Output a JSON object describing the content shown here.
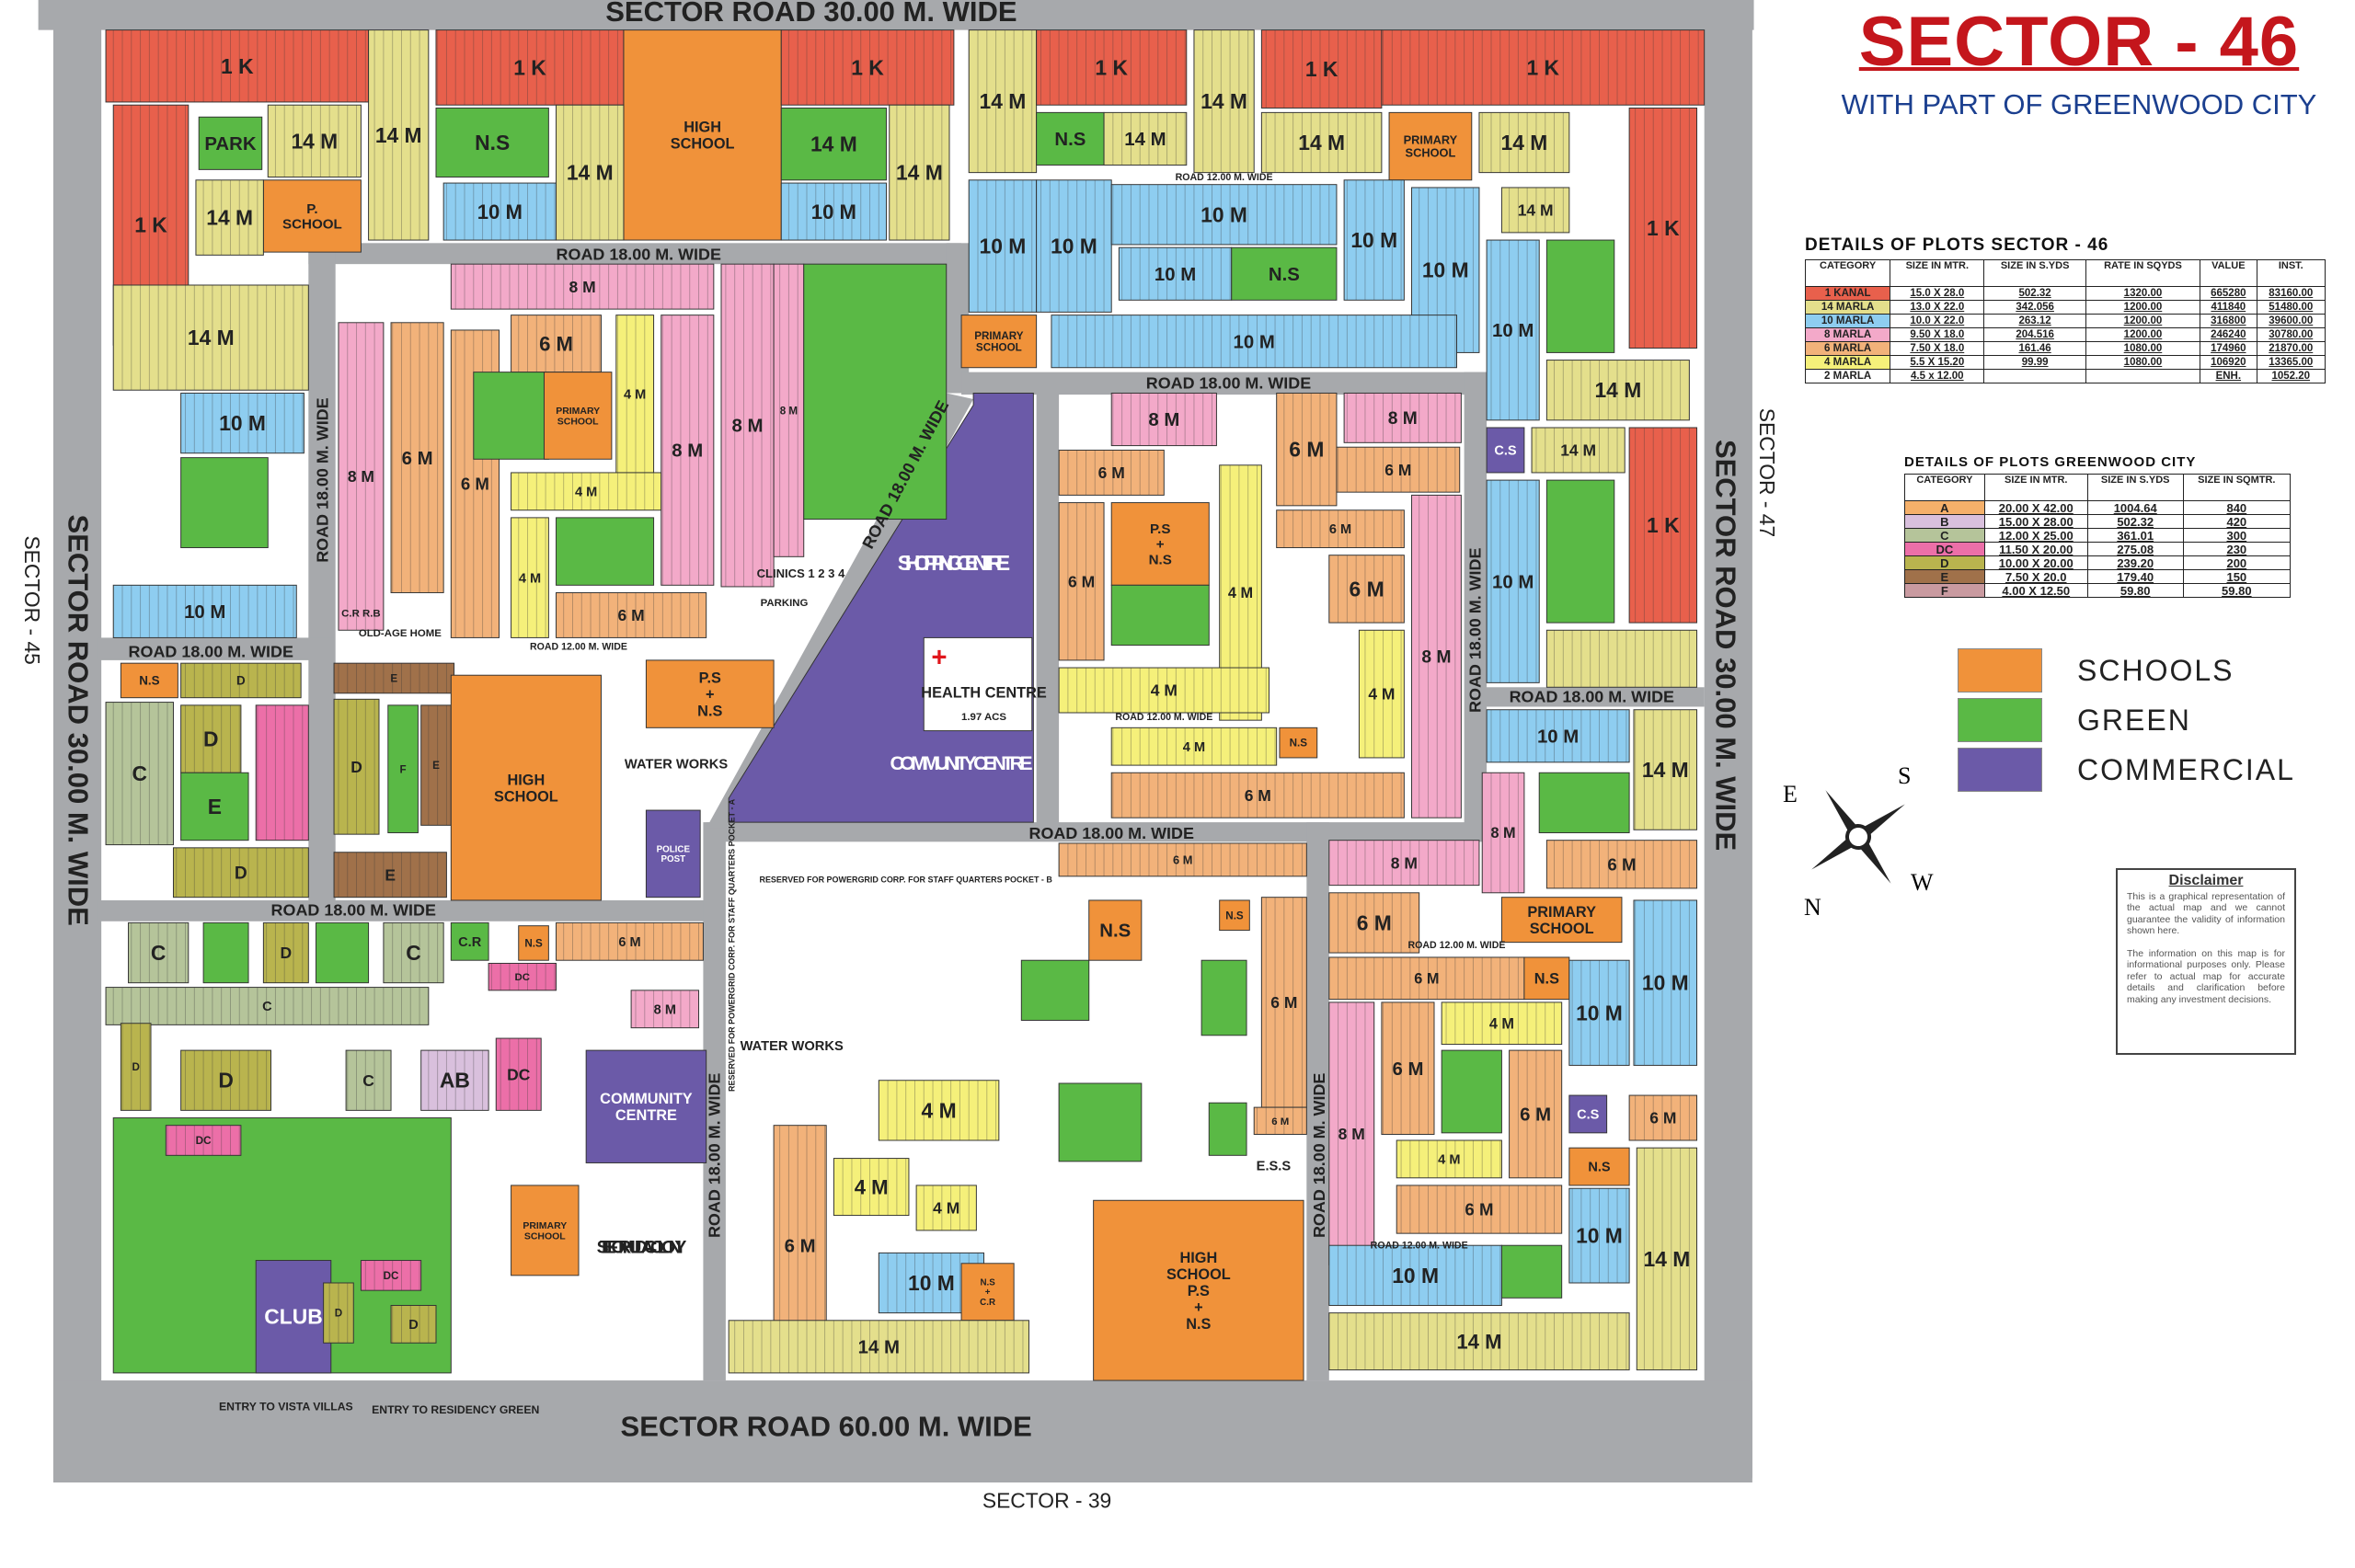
{
  "header": {
    "title": "SECTOR - 46",
    "subtitle": "WITH PART OF GREENWOOD CITY"
  },
  "colors": {
    "title": "#c4161c",
    "subtitle": "#1b3f8f",
    "road": "#a7a9ac",
    "1_kanal": "#e8604c",
    "14_marla": "#e4df8c",
    "10_marla": "#8ecdf0",
    "8_marla": "#f3a9c9",
    "6_marla": "#f2b27a",
    "4_marla": "#f5f07a",
    "2_marla": "#ffffff",
    "schools": "#f0923a",
    "green": "#5ab945",
    "commercial": "#6b5aa8",
    "A": "#f5b06a",
    "B": "#d9c0dd",
    "C": "#b5c49a",
    "DC": "#ec6fa8",
    "D": "#b9b44e",
    "E": "#a0714a",
    "F": "#c99aa0"
  },
  "sector_table": {
    "title": "DETAILS OF PLOTS SECTOR - 46",
    "headers": [
      "CATEGORY",
      "SIZE IN MTR.",
      "SIZE IN S.YDS",
      "RATE IN SQYDS",
      "VALUE",
      "INST."
    ],
    "rows": [
      [
        "1 KANAL",
        "15.0 X 28.0",
        "502.32",
        "1320.00",
        "665280",
        "83160.00"
      ],
      [
        "14 MARLA",
        "13.0 X 22.0",
        "342.056",
        "1200.00",
        "411840",
        "51480.00"
      ],
      [
        "10 MARLA",
        "10.0 X 22.0",
        "263.12",
        "1200.00",
        "316800",
        "39600.00"
      ],
      [
        "8 MARLA",
        "9.50 X 18.0",
        "204.516",
        "1200.00",
        "246240",
        "30780.00"
      ],
      [
        "6 MARLA",
        "7.50 X 18.0",
        "161.46",
        "1080.00",
        "174960",
        "21870.00"
      ],
      [
        "4 MARLA",
        "5.5 X 15.20",
        "99.99",
        "1080.00",
        "106920",
        "13365.00"
      ],
      [
        "2 MARLA",
        "4.5 x 12.00",
        "",
        "",
        "ENH.",
        "1052.20"
      ]
    ]
  },
  "greenwood_table": {
    "title": "DETAILS OF PLOTS GREENWOOD CITY",
    "headers": [
      "CATEGORY",
      "SIZE IN MTR.",
      "SIZE IN S.YDS",
      "SIZE IN SQMTR."
    ],
    "rows": [
      [
        "A",
        "20.00 X 42.00",
        "1004.64",
        "840"
      ],
      [
        "B",
        "15.00 X 28.00",
        "502.32",
        "420"
      ],
      [
        "C",
        "12.00 X 25.00",
        "361.01",
        "300"
      ],
      [
        "DC",
        "11.50 X 20.00",
        "275.08",
        "230"
      ],
      [
        "D",
        "10.00 X 20.00",
        "239.20",
        "200"
      ],
      [
        "E",
        "7.50 X 20.0",
        "179.40",
        "150"
      ],
      [
        "F",
        "4.00 X 12.50",
        "59.80",
        "59.80"
      ]
    ]
  },
  "legend": [
    {
      "label": "SCHOOLS",
      "color": "#f0923a"
    },
    {
      "label": "GREEN",
      "color": "#5ab945"
    },
    {
      "label": "COMMERCIAL",
      "color": "#6b5aa8"
    }
  ],
  "compass": {
    "n": "N",
    "s": "S",
    "e": "E",
    "w": "W"
  },
  "disclaimer": {
    "title": "Disclaimer",
    "p1": "This is a graphical representation of the actual map and we cannot guarantee the validity of information shown here.",
    "p2": "The information on this map is for informational purposes only. Please refer to actual map for accurate details and clarification before making any investment decisions."
  },
  "map": {
    "roads": {
      "top": "SECTOR ROAD 30.00 M. WIDE",
      "left": "SECTOR ROAD 30.00 M. WIDE",
      "right": "SECTOR ROAD 30.00 M. WIDE",
      "bottom": "SECTOR ROAD 60.00 M. WIDE",
      "r18": "ROAD 18.00 M. WIDE",
      "r12": "ROAD 12.00 M. WIDE"
    },
    "sectors": {
      "s45": "SECTOR - 45",
      "s47": "SECTOR - 47",
      "s39": "SECTOR - 39"
    },
    "places": {
      "shopping": "SHOPPING CENTRE",
      "community": "COMMUNITY CENTRE",
      "health": "HEALTH CENTRE",
      "health_area": "1.97 ACS",
      "water_works": "WATER WORKS",
      "clinics": "CLINICS 1 2 3 4",
      "parking": "PARKING",
      "old_age": "OLD-AGE HOME",
      "cr_rb": "C.R R.B",
      "ess": "E.S.S",
      "powergrid_b": "RESERVED FOR POWERGRID CORP. FOR STAFF QUARTERS POCKET - B",
      "powergrid_a": "RESERVED FOR POWERGRID CORP. FOR STAFF QUARTERS POCKET - A",
      "huda": "SITE FOR HUDA COLONY",
      "entry_vista": "ENTRY TO VISTA VILLAS",
      "entry_residency": "ENTRY TO RESIDENCY GREEN"
    },
    "blocks": [
      "1 K",
      "14 M",
      "1 K",
      "HIGH SCHOOL",
      "1 K",
      "1 K",
      "PARK",
      "14 M",
      "P. SCHOOL",
      "14 M",
      "14 M",
      "",
      "10 M",
      "10 M",
      "N.S",
      "10 M",
      "14 M",
      "14 M",
      "10 M",
      "14 M",
      "14 M",
      "1 K",
      "N.S",
      "14 M",
      "14 M",
      "1 K",
      "14 M",
      "PRIMARY SCHOOL",
      "1 K",
      "14 M",
      "10 M",
      "10 M",
      "10 M",
      "10 M",
      "10 M",
      "10 M",
      "N.S",
      "14 M",
      "",
      "10 M",
      "1 K",
      "PRIMARY SCHOOL",
      "10 M",
      "14 M",
      "1 K",
      "",
      "10 M",
      "14 M",
      "C.S",
      "",
      "8 M",
      "6 M",
      "8 M",
      "6 M",
      "6 M",
      "",
      "PRIMARY SCHOOL",
      "4 M",
      "4 M",
      "",
      "4 M",
      "8 M",
      "8 M",
      "8 M",
      "",
      "6 M",
      "N.S",
      "D",
      "C",
      "D",
      "E",
      "",
      "D",
      "E",
      "D",
      "F",
      "E",
      "E",
      "HIGH SCHOOL",
      "P.S + N.S",
      "POLICE POST",
      "8 M",
      "6 M",
      "P.S + N.S",
      "",
      "6 M",
      "4 M",
      "6 M",
      "8 M",
      "6 M",
      "6 M",
      "6 M",
      "8 M",
      "4 M",
      "4 M",
      "4 M",
      "N.S",
      "6 M",
      "10 M",
      "8 M",
      "",
      "14 M",
      "6 M",
      "8 M",
      "6 M",
      "PRIMARY SCHOOL",
      "6 M",
      "N.S",
      "10 M",
      "10 M",
      "4 M",
      "8 M",
      "6 M",
      "",
      "6 M",
      "4 M",
      "6 M",
      "N.S",
      "10 M",
      "6 M",
      "C.S",
      "14 M",
      "10 M",
      "",
      "14 M",
      "6 M",
      "6 M",
      "6 M",
      "",
      "",
      "",
      "",
      "HIGH SCHOOL P.S + N.S",
      "4 M",
      "4 M",
      "4 M",
      "6 M",
      "10 M",
      "N.S + C.R",
      "14 M",
      "N.S",
      "N.S",
      "C",
      "",
      "D",
      "",
      "C",
      "C.R",
      "N.S",
      "6 M",
      "DC",
      "8 M",
      "C",
      "D",
      "D",
      "C",
      "DC",
      "AB",
      "COMMUNITY CENTRE",
      "",
      "DC",
      "CLUB",
      "D",
      "DC",
      "D",
      "PRIMARY SCHOOL"
    ]
  }
}
